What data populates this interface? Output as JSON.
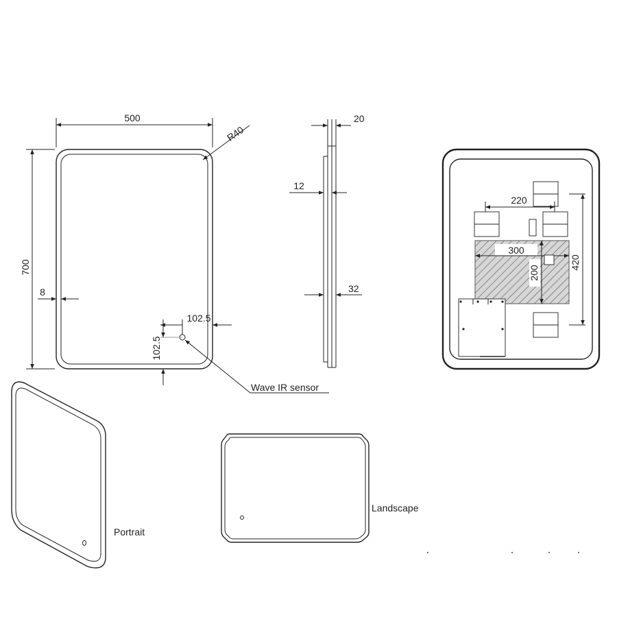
{
  "front_view": {
    "width": "500",
    "height": "700",
    "corner_radius": "R40",
    "frame": "8",
    "sensor_x": "102.5",
    "sensor_y": "102.5"
  },
  "side_view": {
    "depth": "20",
    "glass": "12",
    "bracket": "32"
  },
  "sensor_label": "Wave IR sensor",
  "rear_view": {
    "bracket_spacing": "220",
    "hatch_width": "300",
    "hatch_height": "200",
    "vertical_span": "420"
  },
  "orientations": {
    "portrait": "Portrait",
    "landscape": "Landscape"
  }
}
